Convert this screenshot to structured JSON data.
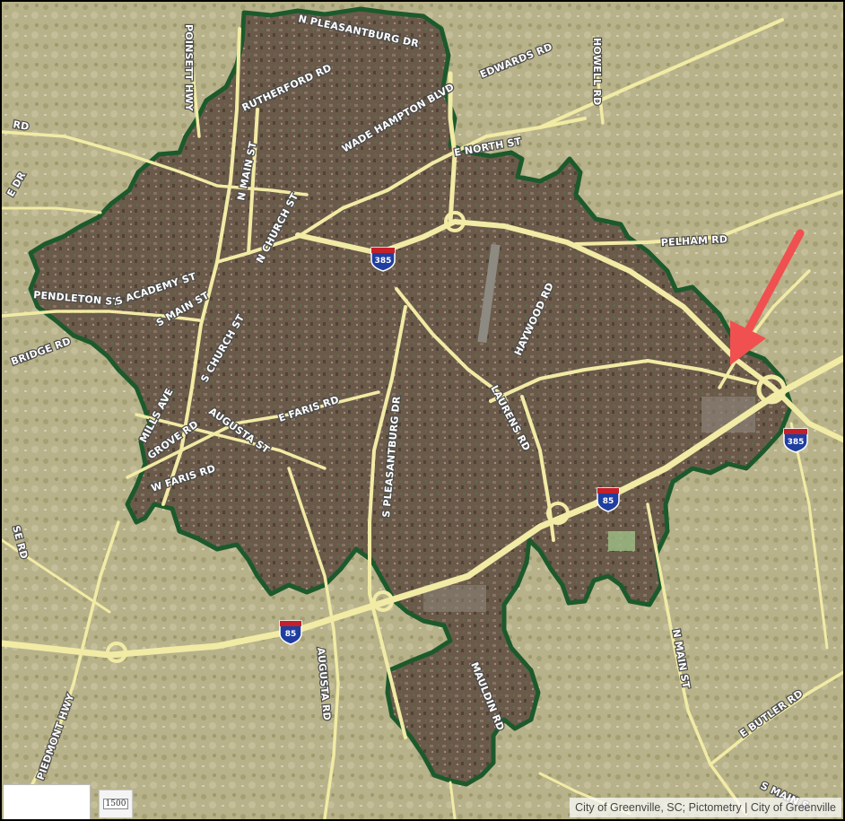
{
  "map": {
    "boundary_color": "#1c5a2c",
    "road_color": "#f1eba5",
    "arrow_color": "#f05050",
    "labels": {
      "poinsett": "POINSETT HWY",
      "npleasantburg": "N PLEASANTBURG DR",
      "rutherford": "RUTHERFORD RD",
      "wadehampton": "WADE HAMPTON BLVD",
      "edwards": "EDWARDS RD",
      "howell": "HOWELL RD",
      "nmainst_top": "N MAIN ST",
      "enorth": "E NORTH ST",
      "nchurch": "N CHURCH ST",
      "pelham": "PELHAM RD",
      "pendleton": "PENDLETON ST",
      "sacademy": "S ACADEMY ST",
      "smain": "S MAIN ST",
      "schurch": "S CHURCH ST",
      "haywood": "HAYWOOD RD",
      "bridge": "BRIDGE RD",
      "efaris": "E FARIS RD",
      "spleasantburg": "S PLEASANTBURG DR",
      "laurens": "LAURENS RD",
      "mills": "MILLS AVE",
      "grove": "GROVE RD",
      "augusta": "AUGUSTA ST",
      "wfaris": "W FARIS RD",
      "augustard": "AUGUSTA RD",
      "mauldin": "MAULDIN RD",
      "nmainst_bottom": "N MAIN ST",
      "ebutler": "E BUTLER RD",
      "piedmont": "PIEDMONT HWY",
      "smain_bottom": "S MAIN S",
      "rd_left1": "RD",
      "dr_left": "E DR",
      "se_rd": "SE RD"
    },
    "shields": {
      "i385_top": "385",
      "i385_right": "385",
      "i85_center": "85",
      "i85_left": "85"
    }
  },
  "scale": {
    "value": "1500"
  },
  "attribution": "City of Greenville, SC; Pictometry | City of Greenville"
}
